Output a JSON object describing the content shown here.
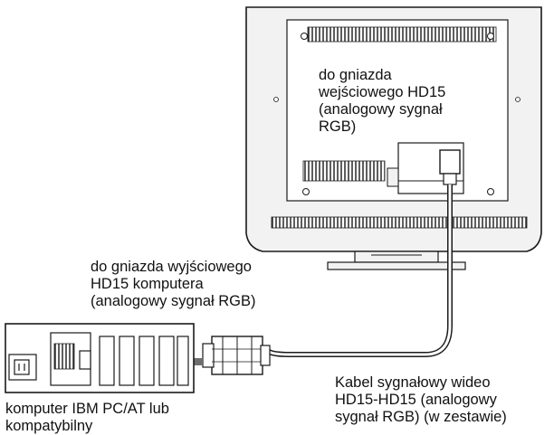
{
  "labels": {
    "monitor_input": [
      "do gniazda",
      "wejściowego HD15",
      "(analogowy sygnał",
      "RGB)"
    ],
    "computer_output": [
      "do gniazda wyjściowego",
      "HD15 komputera",
      "(analogowy sygnał RGB)"
    ],
    "cable": [
      "Kabel sygnałowy wideo",
      "HD15-HD15 (analogowy",
      "sygnał RGB) (w zestawie)"
    ],
    "computer": [
      "komputer IBM PC/AT lub",
      "kompatybilny"
    ]
  },
  "colors": {
    "outline": "#1a1a1a",
    "monitor_fill": "#f2f2f2",
    "arrow": "#6e6e6e"
  }
}
